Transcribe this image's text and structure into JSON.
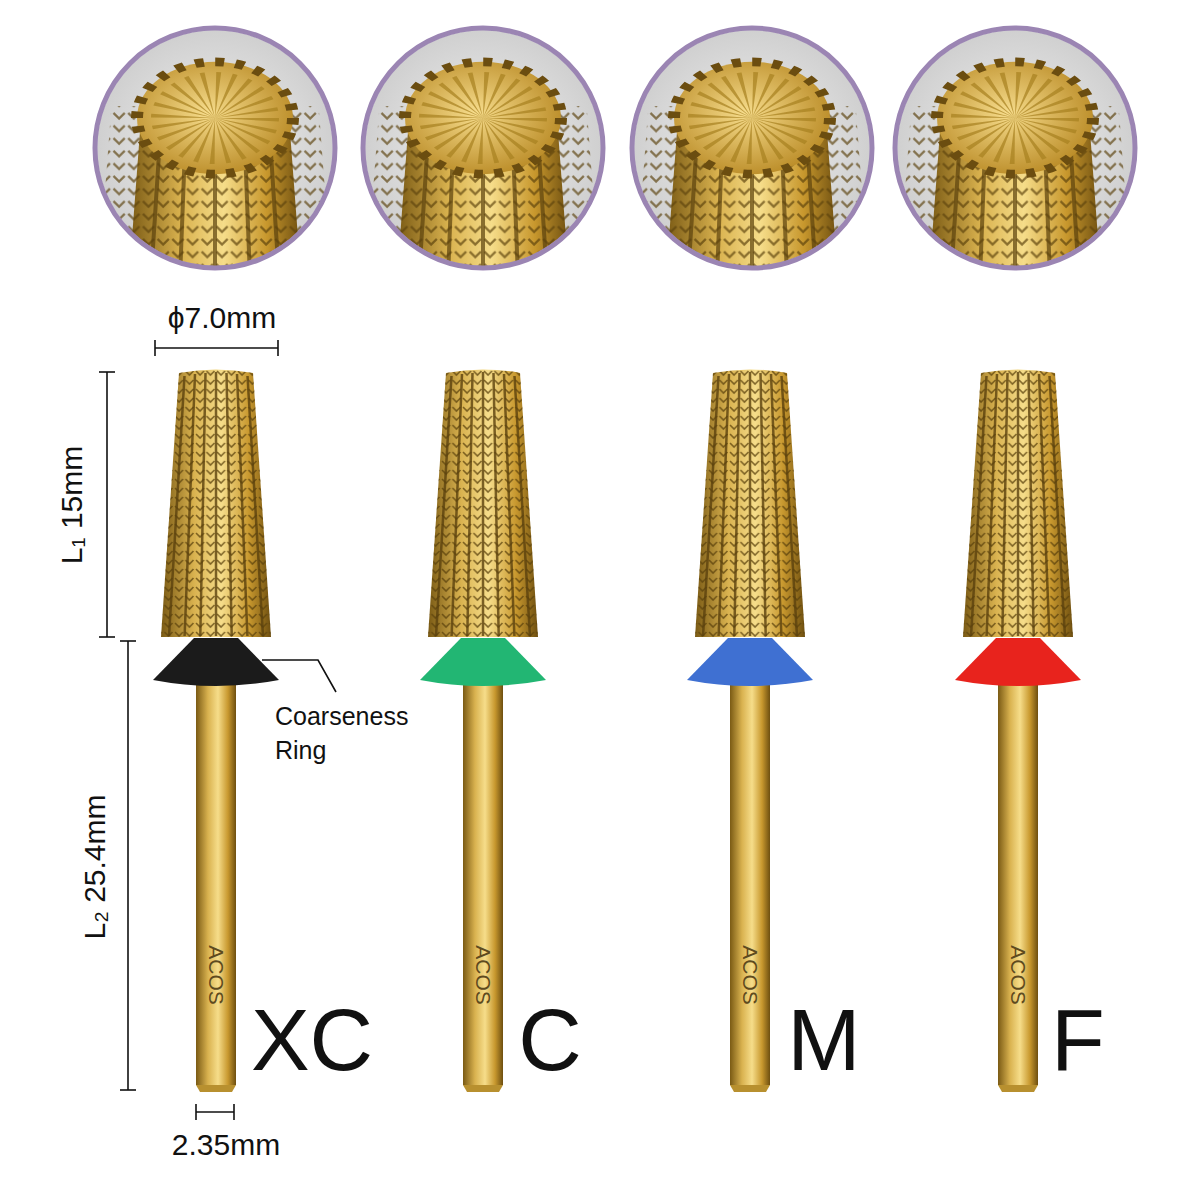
{
  "diagram": {
    "labels": [
      "ϕ7.0mm",
      "L₁ 15mm",
      "Coarseness Ring",
      "L₂ 25.4mm",
      "ACOS",
      "ACOS",
      "ACOS",
      "ACOS",
      "XC",
      "C",
      "M",
      "F",
      "2.35mm"
    ]
  }
}
